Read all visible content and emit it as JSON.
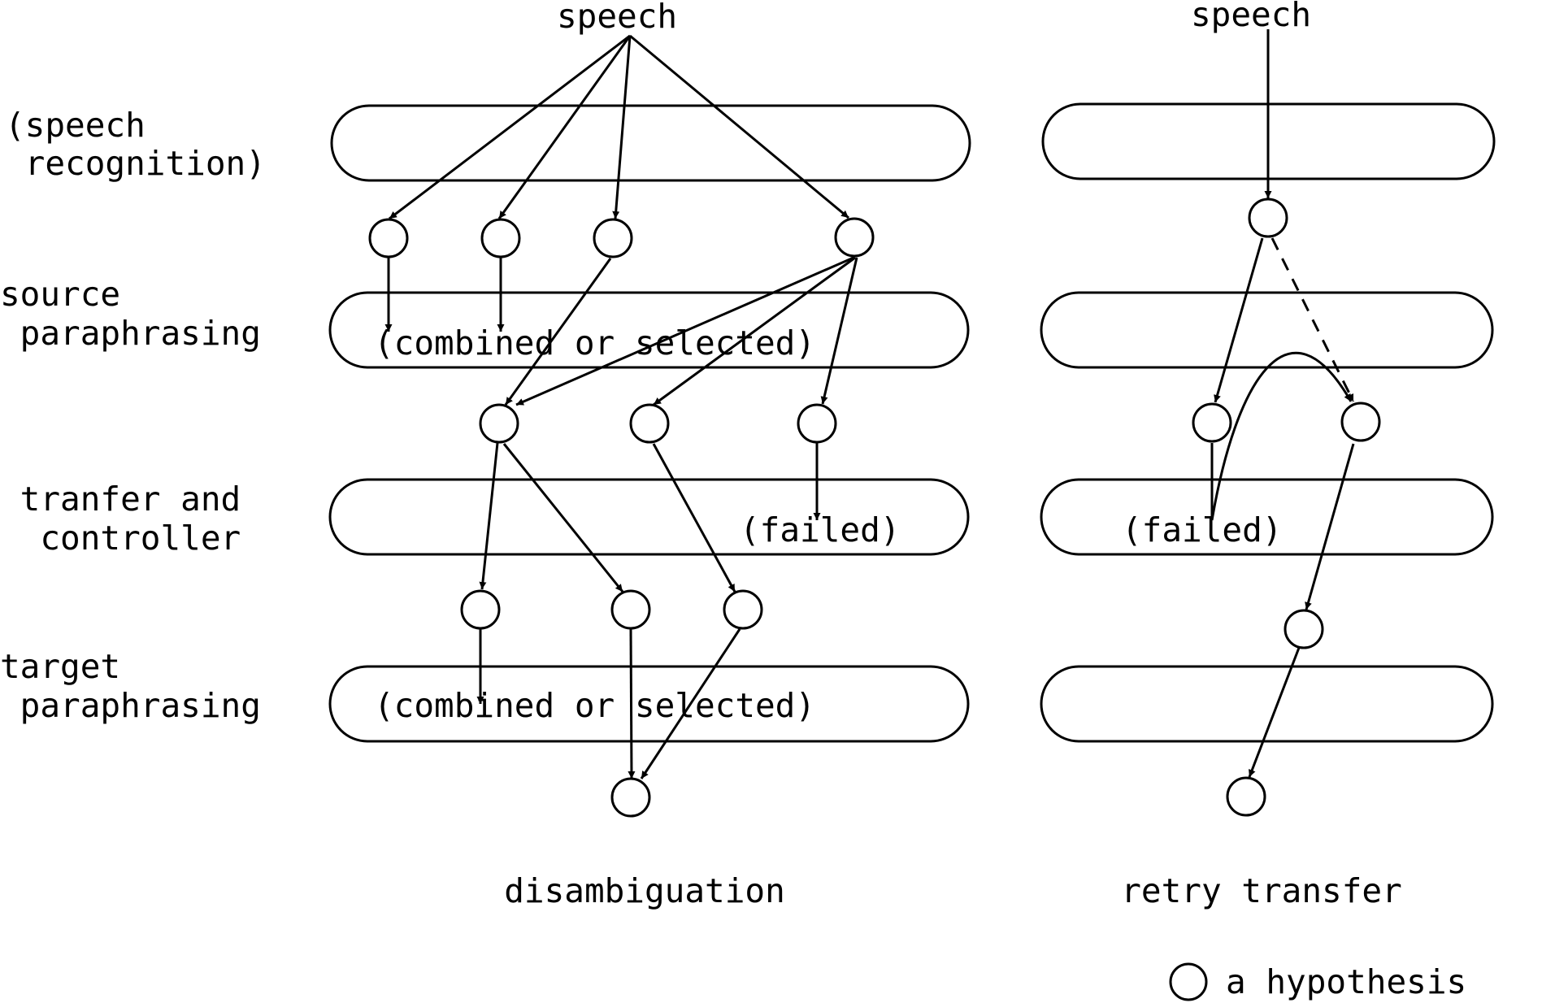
{
  "input_labels": {
    "left": "speech",
    "right": "speech"
  },
  "stages": [
    {
      "line1": "(speech",
      "line2": " recognition)"
    },
    {
      "line1": "source",
      "line2": " paraphrasing"
    },
    {
      "line1": " tranfer and",
      "line2": "  controller"
    },
    {
      "line1": "target",
      "line2": " paraphrasing"
    }
  ],
  "box_notes": {
    "source_combined": "(combined or selected)",
    "transfer_failed_left": "(failed)",
    "target_combined": "(combined or selected)",
    "transfer_failed_right": "(failed)"
  },
  "panels": {
    "left": "disambiguation",
    "right": "retry transfer"
  },
  "legend": {
    "text": "a hypothesis"
  }
}
